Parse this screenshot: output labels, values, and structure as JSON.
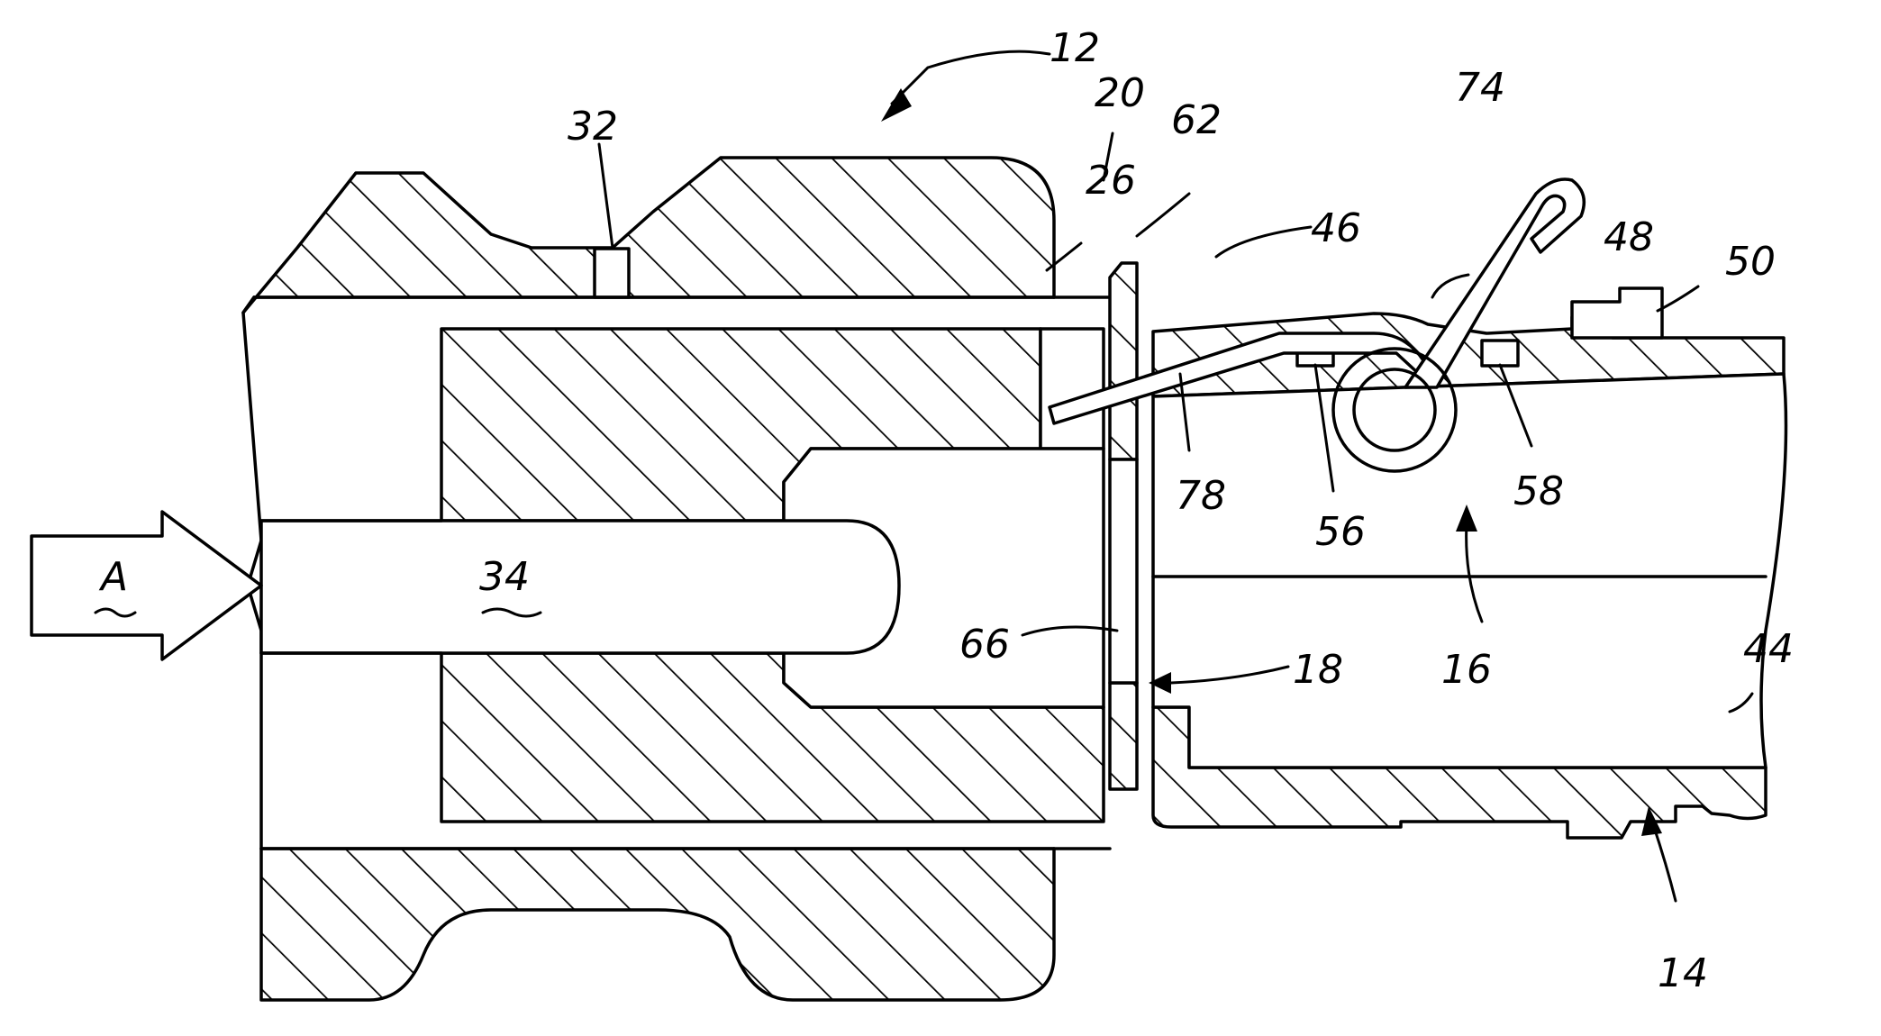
{
  "figure": {
    "labels": {
      "12": "12",
      "20": "20",
      "32": "32",
      "26": "26",
      "62": "62",
      "46": "46",
      "74": "74",
      "48": "48",
      "50": "50",
      "78": "78",
      "56": "56",
      "58": "58",
      "A": "A",
      "34": "34",
      "66": "66",
      "18": "18",
      "16": "16",
      "44": "44",
      "14": "14"
    }
  }
}
